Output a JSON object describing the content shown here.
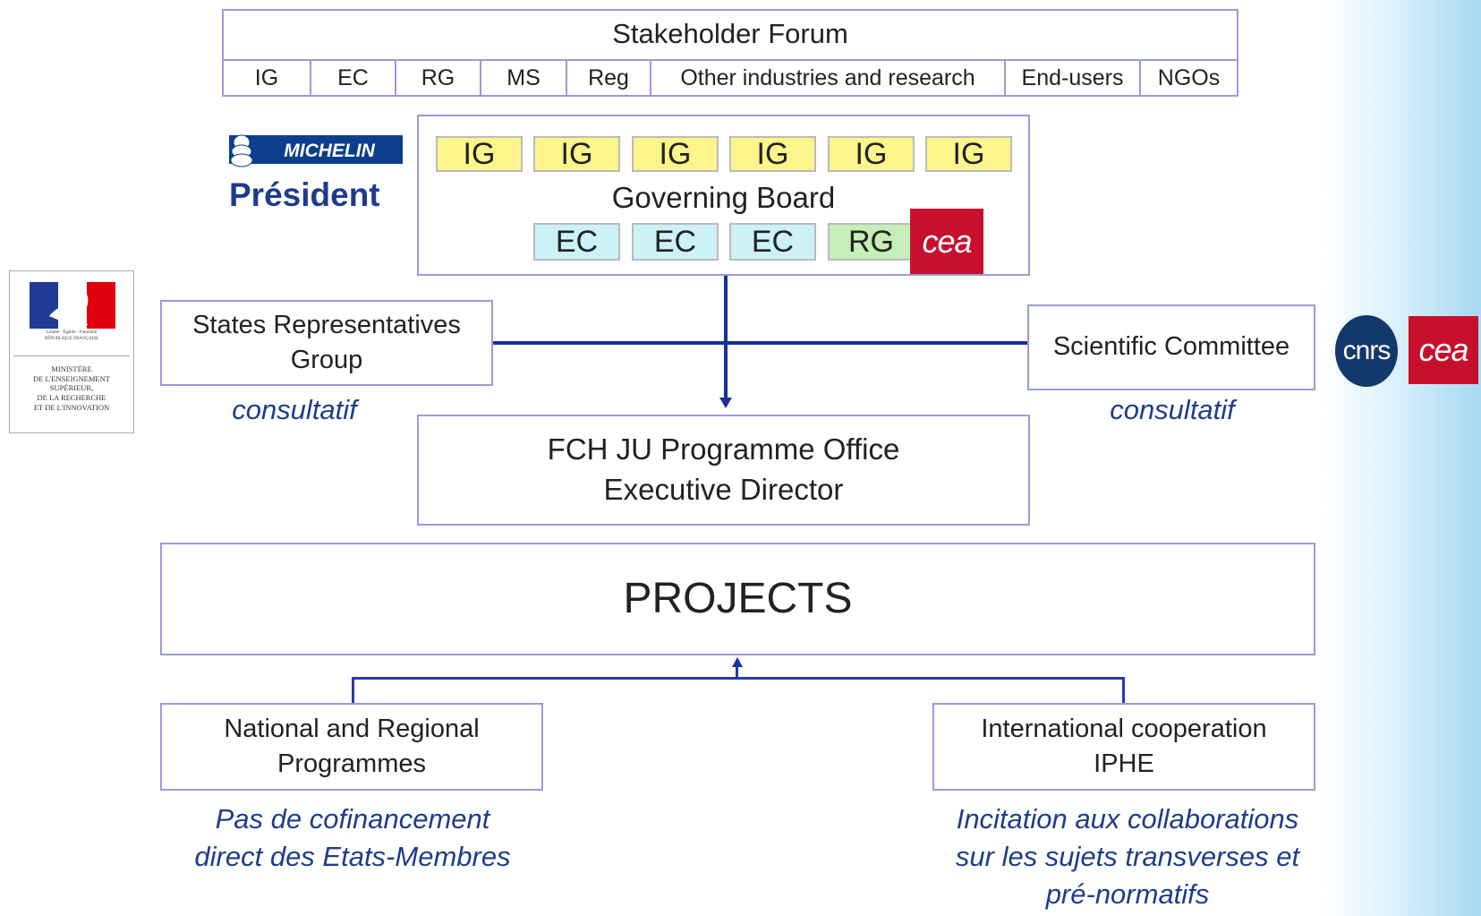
{
  "forum": {
    "title": "Stakeholder Forum",
    "members": [
      "IG",
      "EC",
      "RG",
      "MS",
      "Reg",
      "Other industries and research",
      "End-users",
      "NGOs"
    ]
  },
  "board": {
    "title": "Governing Board",
    "top_row": [
      "IG",
      "IG",
      "IG",
      "IG",
      "IG",
      "IG"
    ],
    "bottom_row": [
      "EC",
      "EC",
      "EC",
      "RG"
    ]
  },
  "logos": {
    "michelin": "MICHELIN",
    "cea": "cea",
    "cnrs": "cnrs",
    "ministry": {
      "motto": "Liberté · Égalité · Fraternité",
      "republic": "RÉPUBLIQUE FRANÇAISE",
      "lines": [
        "MINISTÈRE",
        "DE L'ENSEIGNEMENT",
        "SUPÉRIEUR,",
        "DE LA RECHERCHE",
        "ET DE L'INNOVATION"
      ]
    }
  },
  "labels": {
    "president": "Président",
    "states_group_line1": "States Representatives",
    "states_group_line2": "Group",
    "scientific_committee": "Scientific Committee",
    "consultatif_left": "consultatif",
    "consultatif_right": "consultatif",
    "office_line1": "FCH JU Programme Office",
    "office_line2": "Executive Director",
    "projects": "PROJECTS",
    "national_line1": "National and Regional",
    "national_line2": "Programmes",
    "international_line1": "International cooperation",
    "international_line2": "IPHE"
  },
  "notes": {
    "left_line1": "Pas de cofinancement",
    "left_line2": "direct des Etats-Membres",
    "right_line1": "Incitation aux collaborations",
    "right_line2": "sur les sujets transverses et",
    "right_line3": "pré-normatifs"
  },
  "colors": {
    "ig": "#fbf58c",
    "ec": "#ccf2f8",
    "rg": "#c5eeb8",
    "connector": "#1a2f9a",
    "note_text": "#1f3c8c",
    "cea": "#c8102e",
    "cnrs": "#13386b"
  }
}
